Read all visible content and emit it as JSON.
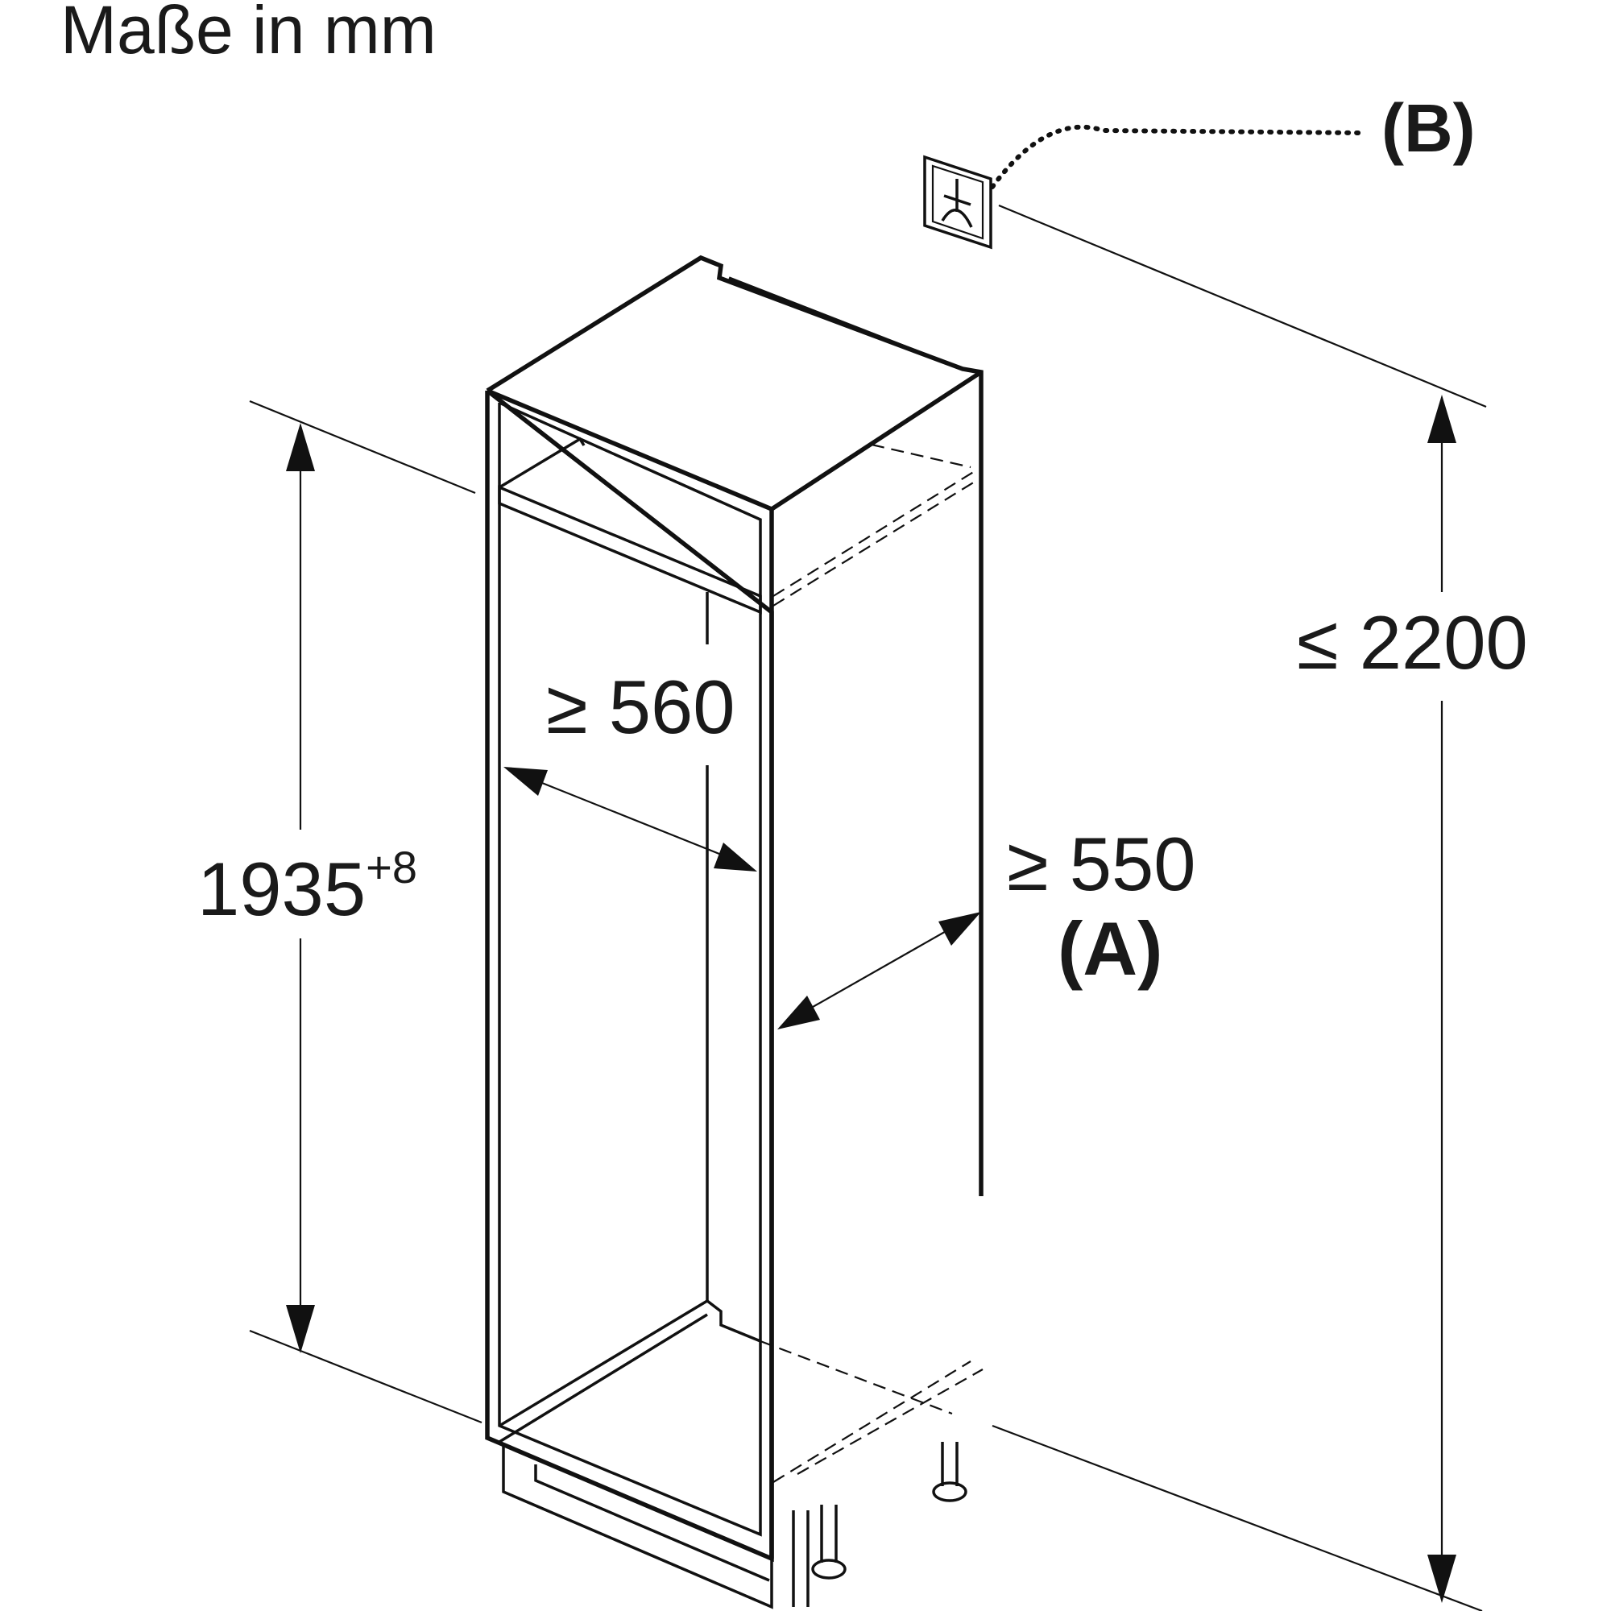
{
  "title": "Maße in mm",
  "dimensions": {
    "niche_height": {
      "value": "1935",
      "tolerance": "+8"
    },
    "niche_width": "≥ 560",
    "niche_depth": "≥ 550",
    "max_socket_height": "≤ 2200"
  },
  "callouts": {
    "a": "(A)",
    "b": "(B)"
  }
}
